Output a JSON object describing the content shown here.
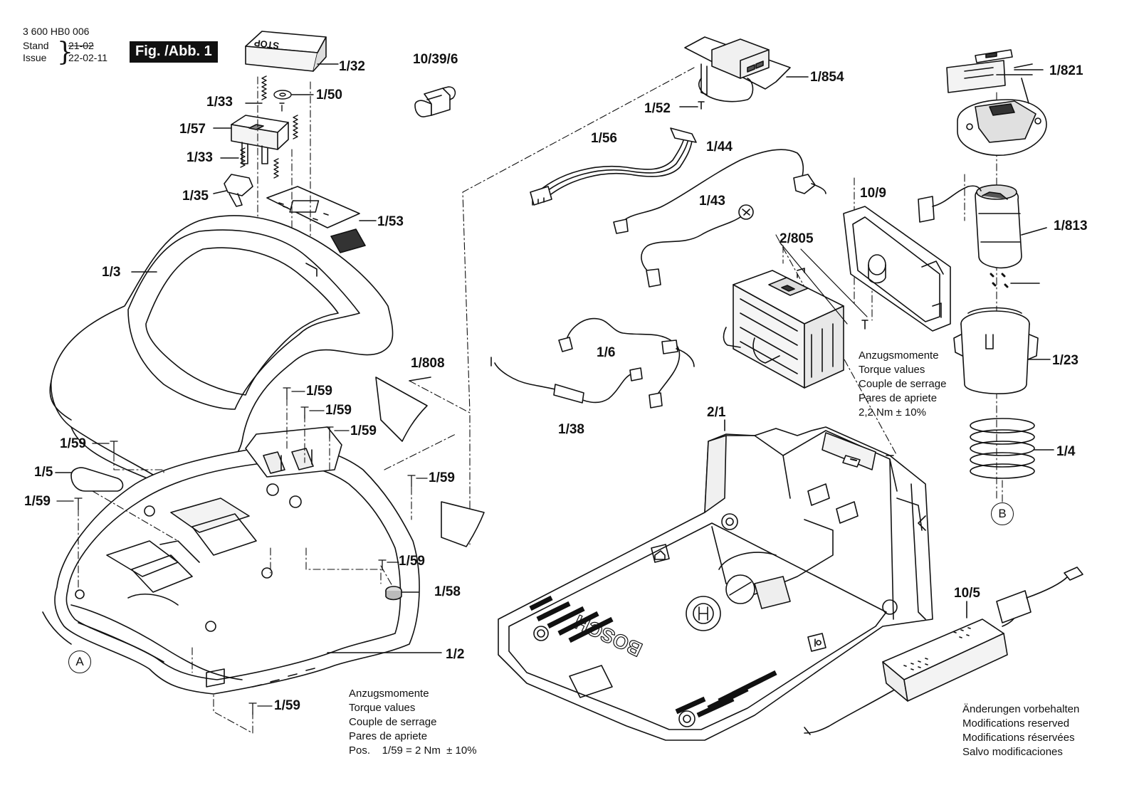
{
  "header": {
    "doc_number": "3 600 HB0 006",
    "stand_label": "Stand",
    "issue_label": "Issue",
    "stand_value": "21-02",
    "issue_value": "22-02-11",
    "figure_title": "Fig. /Abb. 1"
  },
  "labels": {
    "p10_39_6": "10/39/6",
    "p1_32": "1/32",
    "p1_33a": "1/33",
    "p1_50": "1/50",
    "p1_57": "1/57",
    "p1_33b": "1/33",
    "p1_35": "1/35",
    "p1_53": "1/53",
    "p1_3": "1/3",
    "p1_808": "1/808",
    "p1_59a": "1/59",
    "p1_59b": "1/59",
    "p1_59c": "1/59",
    "p1_59d": "1/59",
    "p1_5": "1/5",
    "p1_59e": "1/59",
    "p1_59f": "1/59",
    "p1_59g": "1/59",
    "p1_58": "1/58",
    "p1_2": "1/2",
    "p1_59h": "1/59",
    "p1_854": "1/854",
    "p1_52": "1/52",
    "p1_56": "1/56",
    "p1_44": "1/44",
    "p1_43": "1/43",
    "p2_805": "2/805",
    "p10_9": "10/9",
    "p1_6": "1/6",
    "p1_38": "1/38",
    "p1_821": "1/821",
    "p1_813": "1/813",
    "p1_23": "1/23",
    "p1_4": "1/4",
    "p2_1": "2/1",
    "p10_5": "10/5",
    "ref_a": "A",
    "ref_b": "B"
  },
  "torque_right": {
    "line1": "Anzugsmomente",
    "line2": "Torque values",
    "line3": "Couple de serrage",
    "line4": "Pares de apriete",
    "line5": "2,2 Nm ± 10%"
  },
  "torque_bottom": {
    "line1": "Anzugsmomente",
    "line2": "Torque values",
    "line3": "Couple de serrage",
    "line4": "Pares de apriete",
    "line5": "Pos.    1/59 = 2 Nm  ± 10%"
  },
  "modifications": {
    "line1": "Änderungen vorbehalten",
    "line2": "Modifications reserved",
    "line3": "Modifications réservées",
    "line4": "Salvo modificaciones"
  },
  "part_text": {
    "stop_key": "STOP",
    "brand": "BOSCH"
  }
}
